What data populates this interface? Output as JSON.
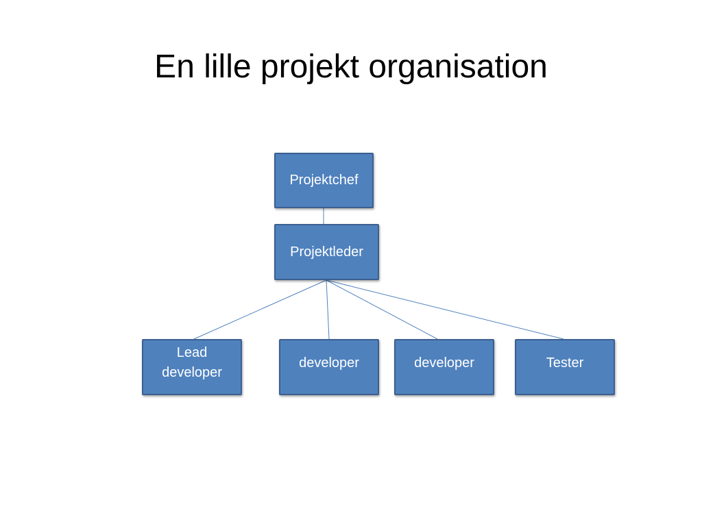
{
  "slide": {
    "title": "En lille projekt organisation"
  },
  "colors": {
    "box_fill": "#4f81bd",
    "box_border": "#3c5f8f",
    "box_text": "#ffffff",
    "connector": "#4f81bd"
  },
  "org_chart": {
    "nodes": [
      {
        "id": "projektchef",
        "label": "Projektchef",
        "level": 0
      },
      {
        "id": "projektleder",
        "label": "Projektleder",
        "level": 1,
        "parent": "projektchef"
      },
      {
        "id": "lead-developer",
        "label": "Lead developer",
        "level": 2,
        "parent": "projektleder"
      },
      {
        "id": "developer-1",
        "label": "developer",
        "level": 2,
        "parent": "projektleder"
      },
      {
        "id": "developer-2",
        "label": "developer",
        "level": 2,
        "parent": "projektleder"
      },
      {
        "id": "tester",
        "label": "Tester",
        "level": 2,
        "parent": "projektleder"
      }
    ]
  }
}
